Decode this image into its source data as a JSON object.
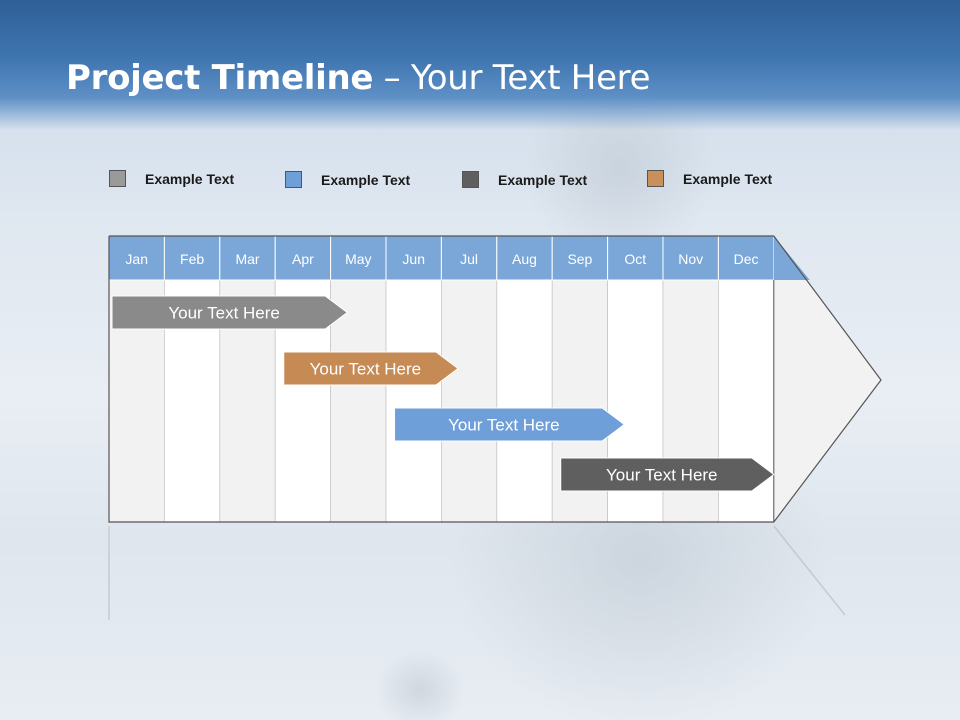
{
  "title": {
    "bold": "Project Timeline",
    "rest": " – Your Text Here"
  },
  "legend": [
    {
      "label": "Example Text",
      "color": "#9a9a9a"
    },
    {
      "label": "Example Text",
      "color": "#6f9fd8"
    },
    {
      "label": "Example Text",
      "color": "#5f5f5f"
    },
    {
      "label": "Example Text",
      "color": "#c9915a"
    }
  ],
  "months": [
    "Jan",
    "Feb",
    "Mar",
    "Apr",
    "May",
    "Jun",
    "Jul",
    "Aug",
    "Sep",
    "Oct",
    "Nov",
    "Dec"
  ],
  "tasks": [
    {
      "label": "Your  Text Here",
      "start_month": 1,
      "end_month": 4.3,
      "color": "#8a8a8a"
    },
    {
      "label": "Your  Text Here",
      "start_month": 4.1,
      "end_month": 6.3,
      "color": "#c68a55"
    },
    {
      "label": "Your  Text Here",
      "start_month": 6.1,
      "end_month": 9.3,
      "color": "#6f9fd8"
    },
    {
      "label": "Your  Text Here",
      "start_month": 9.1,
      "end_month": 12.1,
      "color": "#5f5f5f"
    }
  ],
  "colors": {
    "header_blue": "#3f75b0",
    "month_header": "#7aa7d8",
    "column_light": "#f2f2f2",
    "column_white": "#ffffff"
  }
}
